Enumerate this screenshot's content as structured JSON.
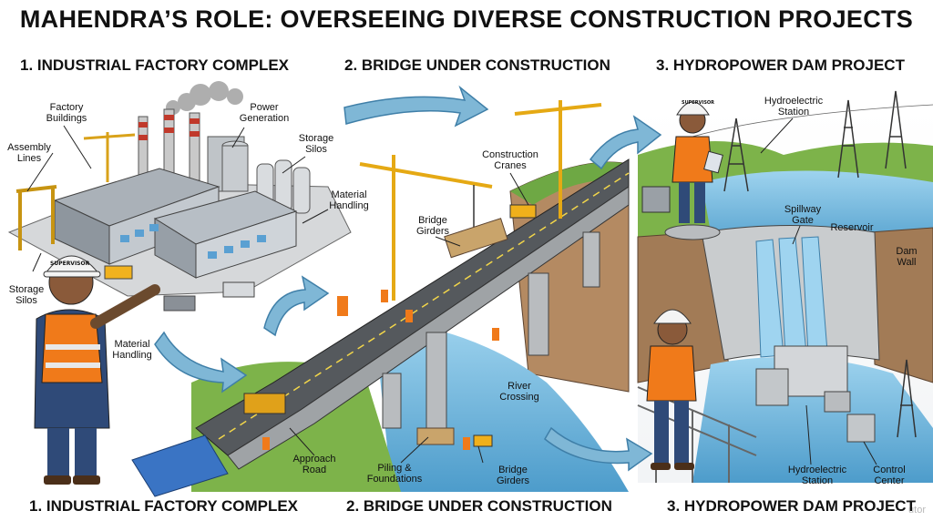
{
  "title": "MAHENDRA’S ROLE: OVERSEEING DIVERSE CONSTRUCTION PROJECTS",
  "sections": {
    "factory_top": "1. INDUSTRIAL FACTORY COMPLEX",
    "bridge_top": "2. BRIDGE UNDER CONSTRUCTION",
    "dam_top": "3. HYDROPOWER DAM PROJECT",
    "factory_bottom": "1. INDUSTRIAL FACTORY COMPLEX",
    "bridge_bottom": "2. BRIDGE UNDER CONSTRUCTION",
    "dam_bottom": "3. HYDROPOWER DAM PROJECT"
  },
  "labels": {
    "factory_buildings": "Factory\nBuildings",
    "power_generation": "Power\nGeneration",
    "assembly_lines": "Assembly\nLines",
    "storage_silos_top": "Storage\nSilos",
    "material_handling_top": "Material\nHandling",
    "storage_silos_left": "Storage\nSilos",
    "material_handling_left": "Material\nHandling",
    "construction_cranes": "Construction\nCranes",
    "bridge_girders_top": "Bridge\nGirders",
    "river_crossing": "River\nCrossing",
    "approach_road": "Approach\nRoad",
    "piling_foundations": "Piling &\nFoundations",
    "bridge_girders_bottom": "Bridge\nGirders",
    "hydroelectric_station_top": "Hydroelectric\nStation",
    "spillway_gate": "Spillway\nGate",
    "reservoir": "Reservoir",
    "dam_wall": "Dam\nWall",
    "hydroelectric_station_bottom": "Hydroelectric\nStation",
    "control_center": "Control\nCenter"
  },
  "helmet_text": {
    "factory": "SUPERVISOR",
    "dam": "SUPERVISOR"
  },
  "watermark": "utor",
  "colors": {
    "sky_arrow": "#7fb7d6",
    "vest_orange": "#f07a1a",
    "helmet_white": "#f4f4f4",
    "crane_yellow": "#f2b51b",
    "concrete_gray": "#b9bcbf",
    "water_blue": "#5aa9d6",
    "grass_green": "#7db34a",
    "road_dark": "#55595d"
  }
}
